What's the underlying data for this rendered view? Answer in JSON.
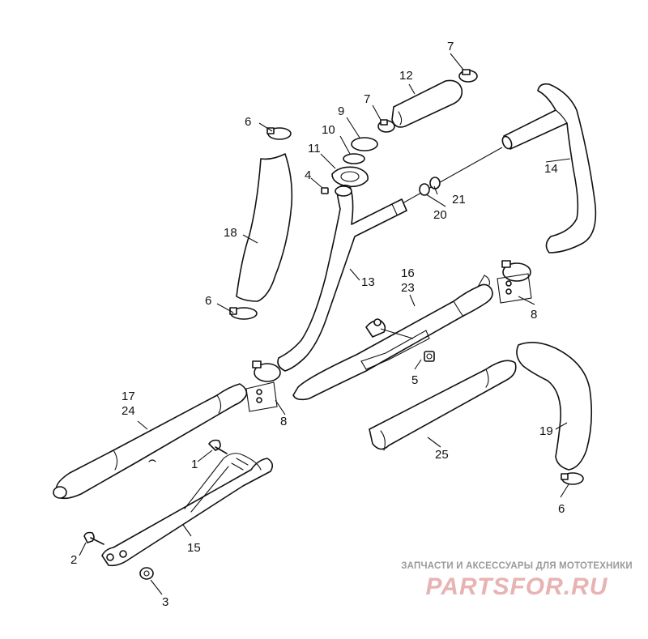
{
  "diagram": {
    "callouts": {
      "n1": "1",
      "n2": "2",
      "n3": "3",
      "n4": "4",
      "n5": "5",
      "n6a": "6",
      "n6b": "6",
      "n6c": "6",
      "n7a": "7",
      "n7b": "7",
      "n8a": "8",
      "n8b": "8",
      "n9": "9",
      "n10": "10",
      "n11": "11",
      "n12": "12",
      "n13": "13",
      "n14": "14",
      "n15": "15",
      "n16": "16",
      "n17": "17",
      "n18": "18",
      "n19": "19",
      "n20": "20",
      "n21": "21",
      "n23": "23",
      "n24": "24",
      "n25": "25"
    }
  },
  "watermark": {
    "tagline": "ЗАПЧАСТИ И АКСЕССУАРЫ ДЛЯ МОТОТЕХНИКИ",
    "logo": "PARTSFOR.RU"
  }
}
